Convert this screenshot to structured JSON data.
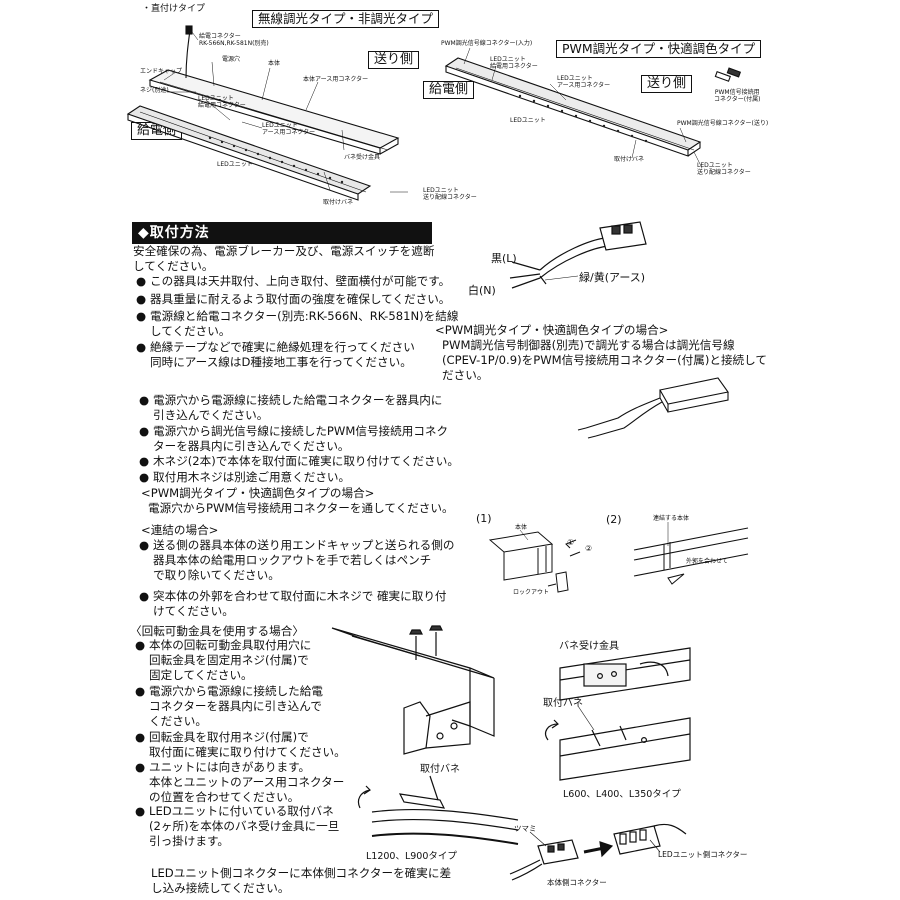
{
  "top_left": {
    "mount_type": "・直付けタイプ",
    "box_title": "無線調光タイプ・非調光タイプ",
    "send_side": "送り側",
    "feed_side": "給電側",
    "labels": {
      "feed_connector": "給電コネクター",
      "rk_note": "RK-566N,RK-581N(別売)",
      "power_hole": "電源穴",
      "body": "本体",
      "end_cap": "エンドキャップ",
      "body_earth": "本体アース用コネクター",
      "screw": "ネジ(別途)",
      "led_unit_feed": "LEDユニット\n給電用コネクター",
      "led_unit_earth": "LEDユニット\nアース用コネクター",
      "led_unit": "LEDユニット",
      "spring_holder": "バネ受け金具",
      "led_unit_send": "LEDユニット\n送り配線コネクター",
      "mount_spring": "取付けバネ"
    }
  },
  "top_right": {
    "box_title": "PWM調光タイプ・快適調色タイプ",
    "send_side": "送り側",
    "feed_side": "給電側",
    "labels": {
      "pwm_in": "PWM調光信号線コネクター(入力)",
      "led_feed": "LEDユニット\n給電用コネクター",
      "led_earth": "LEDユニット\nアース用コネクター",
      "led_unit": "LEDユニット",
      "pwm_connector_acc": "PWM信号接続用\nコネクター(付属)",
      "pwm_out": "PWM調光信号線コネクター(送り)",
      "mount_spring": "取付けバネ",
      "led_send": "LEDユニット\n送り配線コネクター"
    }
  },
  "install": {
    "header": "◆取付方法",
    "intro": [
      "安全確保の為、電源ブレーカー及び、電源スイッチを遮断",
      "してください。"
    ],
    "bullets1": [
      [
        "この器具は天井取付、上向き取付、壁面横付が可能です。"
      ],
      [
        "器具重量に耐えるよう取付面の強度を確保してください。"
      ],
      [
        "電源線と給電コネクター(別売:RK-566N、RK-581N)を結線",
        "してください。"
      ],
      [
        "絶縁テープなどで確実に絶縁処理を行ってください",
        "同時にアース線はD種接地工事を行ってください。"
      ]
    ],
    "wire_labels": {
      "black": "黒(L)",
      "white": "白(N)",
      "green": "緑/黄(アース)"
    },
    "pwm_case": {
      "title": "<PWM調光タイプ・快適調色タイプの場合>",
      "lines": [
        "PWM調光信号制御器(別売)で調光する場合は調光信号線",
        "(CPEV-1P/0.9)をPWM信号接続用コネクター(付属)と接続して",
        "ださい。"
      ]
    },
    "bullets2": [
      [
        "電源穴から電源線に接続した給電コネクターを器具内に",
        "引き込んでください。"
      ],
      [
        "電源穴から調光信号線に接続したPWM信号接続用コネク",
        "ターを器具内に引き込んでください。"
      ],
      [
        "木ネジ(2本)で本体を取付面に確実に取り付けてください。"
      ],
      [
        "取付用木ネジは別途ご用意ください。"
      ]
    ],
    "pwm_case2": {
      "title": "<PWM調光タイプ・快適調色タイプの場合>",
      "line": "電源穴からPWM信号接続用コネクターを通してください。"
    },
    "connect_case": {
      "title": "<連結の場合>",
      "bullets": [
        [
          "送る側の器具本体の送り用エンドキャップと送られる側の",
          "器具本体の給電用ロックアウトを手で若しくはペンチ",
          "で取り除いてください。"
        ],
        [
          "突本体の外郭を合わせて取付面に木ネジで 確実に取り付",
          "けてください。"
        ]
      ]
    },
    "fig_connect": {
      "n1": "(1)",
      "n2": "(2)",
      "body": "本体",
      "lockout": "ロックアウト",
      "connected_body": "連結する本体",
      "match_outer": "外郭を合わせて",
      "c1": "①",
      "c2": "②"
    },
    "rotate_case": {
      "title": "〈回転可動金具を使用する場合〉",
      "bullets": [
        [
          "本体の回転可動金具取付用穴に",
          "回転金具を固定用ネジ(付属)で",
          "固定してください。"
        ],
        [
          "電源穴から電源線に接続した給電",
          "コネクターを器具内に引き込んで",
          "ください。"
        ],
        [
          "回転金具を取付用ネジ(付属)で",
          "取付面に確実に取り付けてください。"
        ]
      ]
    },
    "unit_case": {
      "bullets": [
        [
          "ユニットには向きがあります。",
          "本体とユニットのアース用コネクター",
          "の位置を合わせてください。"
        ],
        [
          "LEDユニットに付いている取付バネ",
          "(2ヶ所)を本体のバネ受け金具に一旦",
          "引っ掛けます。"
        ]
      ],
      "final": [
        "LEDユニット側コネクターに本体側コネクターを確実に差",
        "し込み接続してください。"
      ]
    },
    "fig_spring": {
      "spring_holder": "バネ受け金具",
      "mount_spring": "取付バネ",
      "types_small": "L600、L400、L350タイプ",
      "mount_spring2": "取付バネ",
      "types_large": "L1200、L900タイプ"
    },
    "fig_conn": {
      "knob": "ツマミ",
      "led_conn": "LEDユニット側コネクター",
      "body_conn": "本体側コネクター"
    }
  }
}
